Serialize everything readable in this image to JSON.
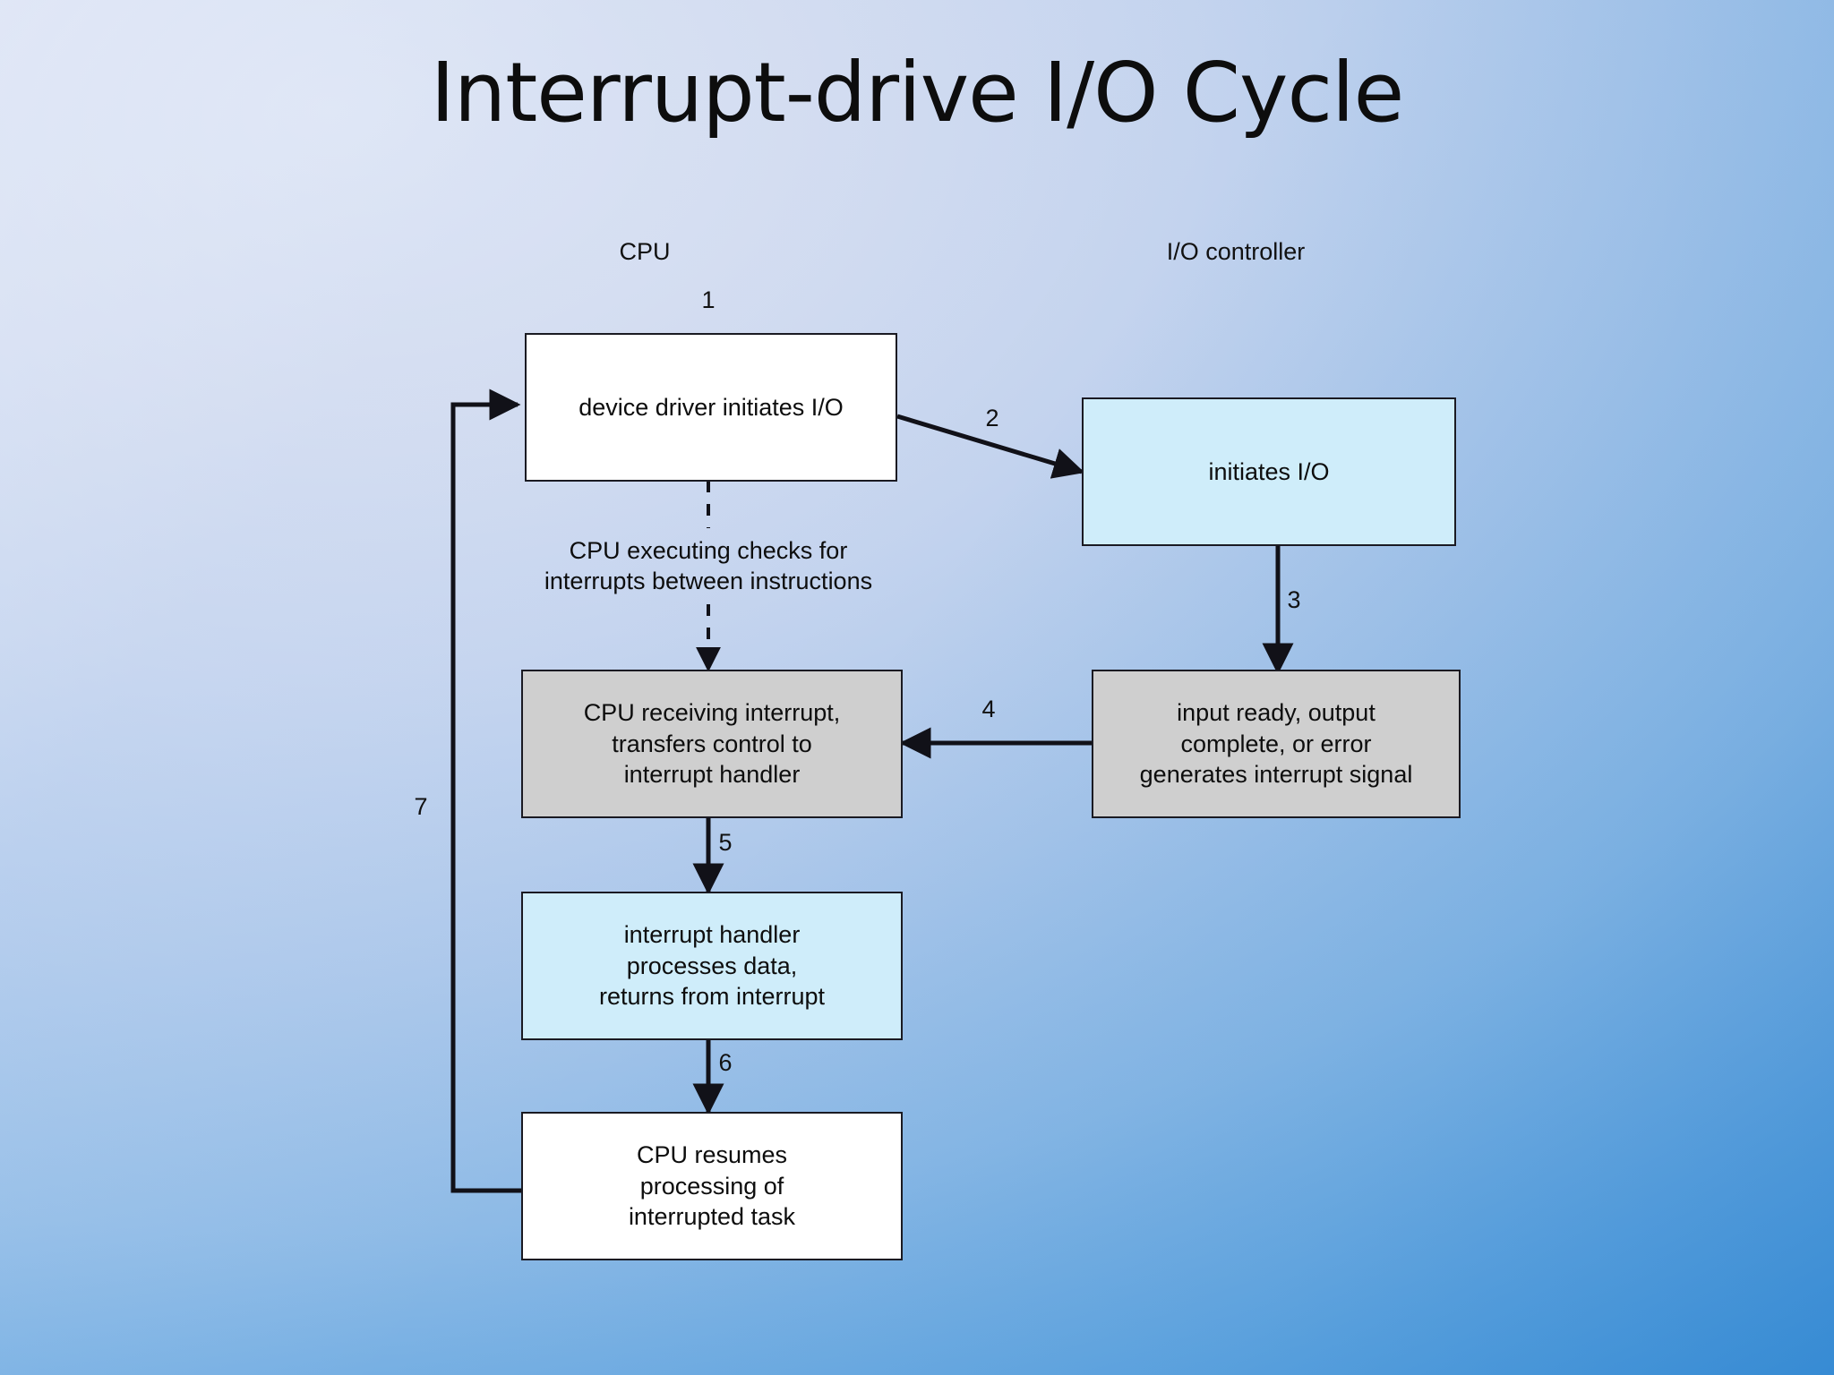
{
  "slide": {
    "title": "Interrupt-drive I/O Cycle",
    "background_top_left": "#dde5f4",
    "background_bottom_right": "#2f8ad4"
  },
  "columns": [
    {
      "label": "CPU"
    },
    {
      "label": "I/O controller"
    }
  ],
  "boxes": [
    {
      "id": "device-driver-initiates-io",
      "lines": [
        "device driver initiates I/O"
      ],
      "fill": "#ffffff",
      "column": "CPU"
    },
    {
      "id": "initiates-io",
      "lines": [
        "initiates I/O"
      ],
      "fill": "#cfedfa",
      "column": "I/O controller"
    },
    {
      "id": "cpu-receiving-interrupt",
      "lines": [
        "CPU receiving interrupt,",
        "transfers control to",
        "interrupt handler"
      ],
      "fill": "#cfcfcf",
      "column": "CPU"
    },
    {
      "id": "input-ready-output-complete",
      "lines": [
        "input ready, output",
        "complete, or error",
        "generates interrupt signal"
      ],
      "fill": "#cfcfcf",
      "column": "I/O controller"
    },
    {
      "id": "interrupt-handler-processes-data",
      "lines": [
        "interrupt handler",
        "processes data,",
        "returns from interrupt"
      ],
      "fill": "#cfedfa",
      "column": "CPU"
    },
    {
      "id": "cpu-resumes-processing",
      "lines": [
        "CPU resumes",
        "processing of",
        "interrupted task"
      ],
      "fill": "#ffffff",
      "column": "CPU"
    }
  ],
  "annotation": {
    "line1": "CPU executing checks for",
    "line2": "interrupts between instructions"
  },
  "steps": [
    {
      "n": "1",
      "from": "",
      "to": "device driver initiates I/O"
    },
    {
      "n": "2",
      "from": "device driver initiates I/O",
      "to": "initiates I/O"
    },
    {
      "n": "3",
      "from": "initiates I/O",
      "to": "input ready, output complete, or error generates interrupt signal"
    },
    {
      "n": "4",
      "from": "input ready, output complete, or error generates interrupt signal",
      "to": "CPU receiving interrupt, transfers control to interrupt handler"
    },
    {
      "n": "5",
      "from": "CPU receiving interrupt, transfers control to interrupt handler",
      "to": "interrupt handler processes data, returns from interrupt"
    },
    {
      "n": "6",
      "from": "interrupt handler processes data, returns from interrupt",
      "to": "CPU resumes processing of interrupted task"
    },
    {
      "n": "7",
      "from": "CPU resumes processing of interrupted task",
      "to": "device driver initiates I/O"
    }
  ]
}
